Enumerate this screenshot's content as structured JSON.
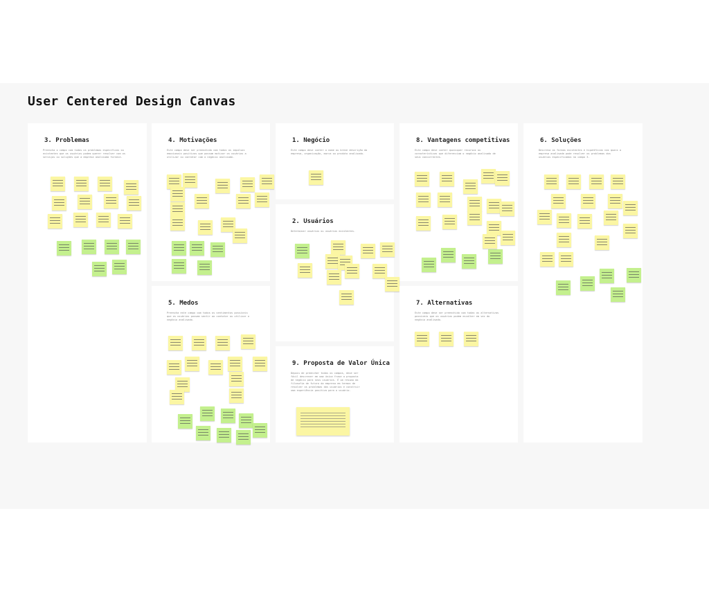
{
  "page": {
    "title": "User Centered Design Canvas"
  },
  "colors": {
    "sticky_yellow": "#fbf6a3",
    "sticky_green": "#c4f08e",
    "board_background": "#f7f7f7",
    "panel_background": "#ffffff"
  },
  "panels": [
    {
      "key": "problemas",
      "number": "3.",
      "title": "Problemas",
      "description": "Preencha o campo com todos os problemas específicos ou existentes que os usuários podem querer resolver com os serviços ou soluções que a empresa analisada fornece."
    },
    {
      "key": "motivacoes",
      "number": "4.",
      "title": "Motivações",
      "description": "Este campo deve ser preenchido com todos os impulsos emocionais positivos que possam motivar os usuários a utilizar ou contatar com o negócio analisado."
    },
    {
      "key": "negocio",
      "number": "1.",
      "title": "Negócio",
      "description": "Este campo deve conter o nome ou breve descrição da empresa, organização, marca ou produto analisado."
    },
    {
      "key": "vantagens",
      "number": "8.",
      "title": "Vantagens competitivas",
      "description": "Este campo deve conter quaisquer recursos ou características que diferenciam o negócio analisado de seus concorrentes."
    },
    {
      "key": "solucoes",
      "number": "6.",
      "title": "Soluções",
      "description": "Descreva as formas existentes e hipotéticas nas quais a empresa analisada pode resolver os problemas dos usuários especificados no campo 3."
    },
    {
      "key": "usuarios",
      "number": "2.",
      "title": "Usuários",
      "description": "Determinar usuários ou usuários existentes."
    },
    {
      "key": "medos",
      "number": "5.",
      "title": "Medos",
      "description": "Preencha este campo com todos os sentimentos possíveis que os usuários possam sentir ao contatar ou utilizar o negócio analisado."
    },
    {
      "key": "alternativas",
      "number": "7.",
      "title": "Alternativas",
      "description": "Este campo deve ser preenchido com todas as alternativas possíveis que os usuários podem escolher em vez do negócio analisado."
    },
    {
      "key": "proposta",
      "number": "9.",
      "title": "Proposta de Valor Única",
      "description": "Depois de preencher todos os campos, deve ser fácil descrever em uma única frase a proposta de negócio para seus usuários. É um resumo da filosofia de futuro da empresa em termos de resolver os problemas dos usuários e construir uma experiência positiva para o usuário."
    }
  ]
}
